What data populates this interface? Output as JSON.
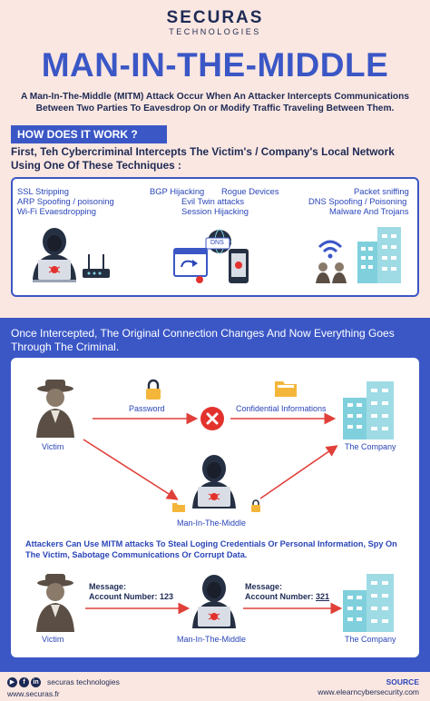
{
  "brand": {
    "name": "SECURAS",
    "sub": "TECHNOLOGIES"
  },
  "title": "MAN-IN-THE-MIDDLE",
  "intro": "A Man-In-The-Middle (MITM) Attack Occur When An Attacker Intercepts Communications Between Two Parties To Eavesdrop On or Modify Traffic Traveling Between Them.",
  "how_heading": "HOW DOES IT WORK ?",
  "first_text": "First, Teh Cybercriminal Intercepts The Victim's / Company's Local Network Using One Of These Techniques :",
  "techniques": {
    "left": [
      "SSL Stripping",
      "ARP Spoofing / poisoning",
      "Wi-Fi Evaesdropping"
    ],
    "center_top": [
      "BGP  Hijacking",
      "Rogue Devices"
    ],
    "center": [
      "Evil Twin attacks",
      "Session Hijacking"
    ],
    "right": [
      "Packet sniffing",
      "DNS Spoofing / Poisoning",
      "Malware And Trojans"
    ]
  },
  "dns_label": "DNS",
  "intercept_text": "Once Intercepted, The Original Connection Changes And Now Everything Goes Through The Criminal.",
  "flow1": {
    "password": "Password",
    "confidential": "Confidential Informations",
    "victim": "Victim",
    "company": "The Company",
    "mitm": "Man-In-The-Middle"
  },
  "attack_text": "Attackers Can Use MITM attacks To Steal Loging Credentials Or Personal Information, Spy On The Victim, Sabotage Communications Or Corrupt Data.",
  "flow2": {
    "msg_label": "Message:",
    "acct_label": "Account Number:",
    "acct_original": "123",
    "acct_modified": "321",
    "victim": "Victim",
    "mitm": "Man-In-The-Middle",
    "company": "The Company"
  },
  "footer": {
    "social_icons": [
      "youtube-icon",
      "facebook-icon",
      "linkedin-icon"
    ],
    "social_glyphs": [
      "▶",
      "f",
      "in"
    ],
    "name": "securas technologies",
    "site": "www.securas.fr",
    "source_label": "SOURCE",
    "source_url": "www.elearncybersecurity.com"
  },
  "colors": {
    "background": "#fbe7e1",
    "brand_blue": "#3b57c6",
    "navy": "#1d2a55",
    "alert_red": "#e3322d",
    "arrow_red": "#e0403a",
    "building_teal": "#7fd0dc",
    "folder_yellow": "#f4b63a"
  }
}
